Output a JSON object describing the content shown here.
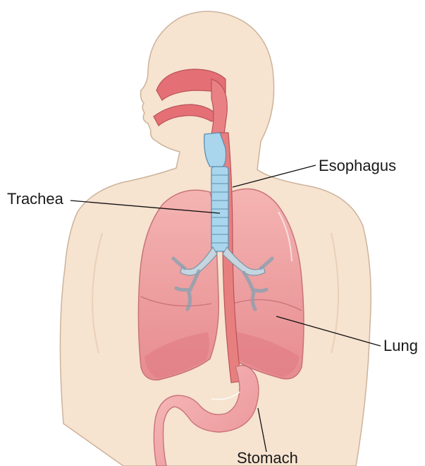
{
  "labels": {
    "esophagus": "Esophagus",
    "trachea": "Trachea",
    "lung": "Lung",
    "stomach": "Stomach"
  },
  "colors": {
    "skin": "#f6e3d0",
    "skin_outline": "#cdb39b",
    "lung": "#f0a0a0",
    "lung_dark": "#e48a8e",
    "lung_outline": "#c87378",
    "airway": "#a9d6ec",
    "airway_outline": "#5d8fb1",
    "esophagus": "#e77f7f",
    "stomach": "#f3acac",
    "mouth": "#e46f75"
  }
}
